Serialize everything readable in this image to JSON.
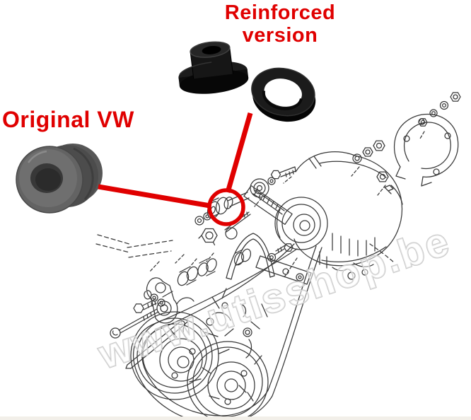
{
  "labels": {
    "reinforced_line1": "Reinforced",
    "reinforced_line2": "version",
    "original": "Original VW"
  },
  "watermark": {
    "text": "www.utisshop.be"
  },
  "colors": {
    "annotation_red": "#e00000",
    "diagram_line": "#383838",
    "watermark_gray": "#c4c4c4",
    "background": "#ffffff",
    "reinforced_part_black": "#141414",
    "original_part_gray": "#6b6b6b"
  },
  "images": {
    "reinforced_bushing_photo": "black-top-hat-bushing",
    "reinforced_washer_photo": "black-flat-ring-washer",
    "original_bushing_photo": "gray-rubber-grooved-bushing",
    "diagram": "exploded-alternator-bracket-line-drawing"
  }
}
